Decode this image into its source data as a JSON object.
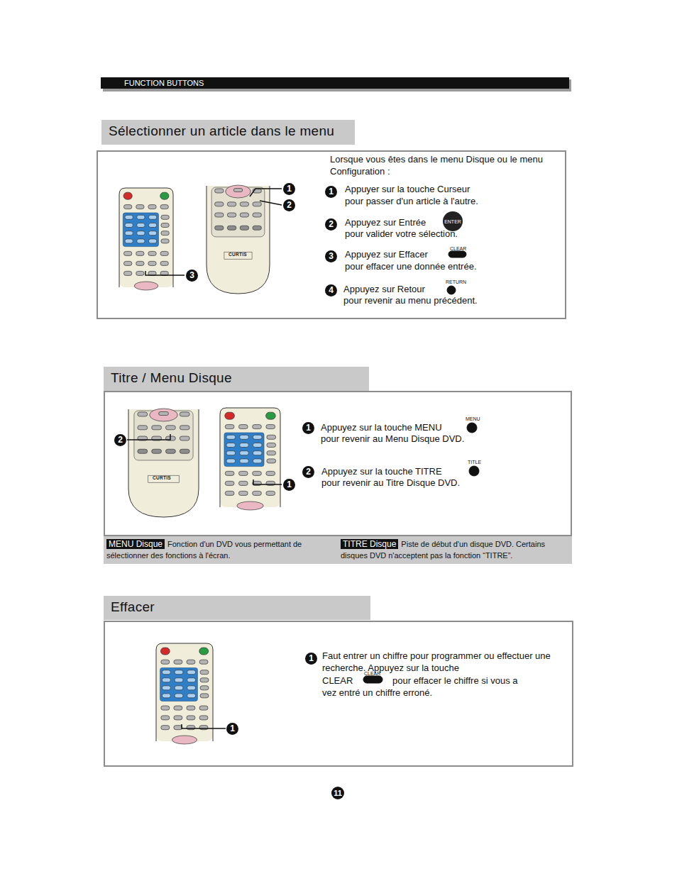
{
  "diagram": {
    "title": "FUNCTION BUTTONS",
    "nodes": [
      {
        "text": [
          "Sélectionner un article dans le menu",
          "Lorsque vous êtes dans le menu Disque ou le menu Configuration :"
        ]
      },
      {
        "text": [
          "1",
          "Appuyer sur la touche Curseur pour passer d'un article à l'autre."
        ],
        "in": 0
      },
      {
        "text": [
          "2",
          "Appuyez sur Entrée",
          "ENTER",
          "pour valider votre sélection."
        ],
        "in": 0
      },
      {
        "text": [
          "3",
          "Appuyez sur Effacer",
          "CLEAR",
          "pour effacer une donnée entrée."
        ],
        "in": 0
      },
      {
        "text": [
          "4",
          "Appuyez sur Retour",
          "RETURN",
          "pour revenir au menu précédent."
        ],
        "in": 0
      },
      {
        "text": [
          "Titre / Menu Disque"
        ]
      },
      {
        "text": [
          "1",
          "Appuyez sur la touche MENU",
          "MENU",
          "pour revenir au Menu Disque DVD."
        ],
        "in": 5
      },
      {
        "text": [
          "2",
          "Appuyez sur la touche TITRE",
          "TITLE",
          "pour revenir au Titre Disque DVD."
        ],
        "in": 5
      },
      {
        "text": [
          "MENU Disque",
          "Fonction d'un DVD vous permettant de sélectionner des fonctions à l'écran."
        ]
      },
      {
        "text": [
          "TITRE Disque",
          "Piste de début d'un disque DVD. Certains disques DVD n'acceptent pas la fonction “TITRE”."
        ]
      },
      {
        "text": [
          "Effacer"
        ]
      },
      {
        "text": [
          "1",
          "Faut entrer un chiffre pour programmer ou effectuer une recherche. Appuyez sur la touche",
          "CLEAR",
          "CLEAR",
          "pour effacer le chiffre si vous a",
          "vez entré un chiffre erroné."
        ],
        "in": 10
      }
    ],
    "labels": [
      "1",
      "2",
      "3",
      "CURTIS",
      "2",
      "1",
      "CURTIS",
      "1",
      "11"
    ]
  }
}
